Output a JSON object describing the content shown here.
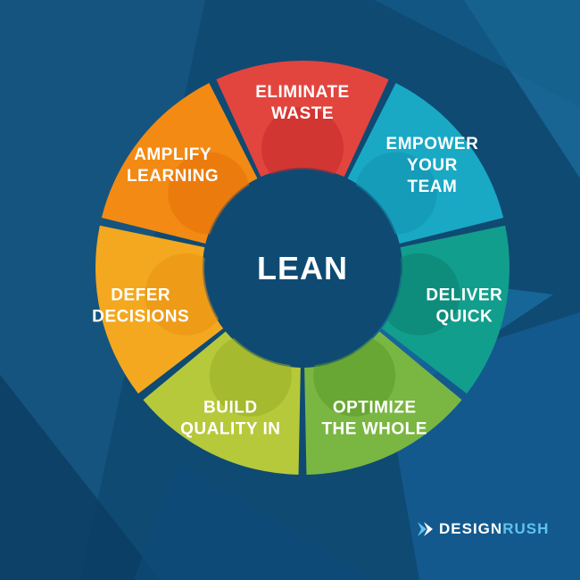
{
  "center": {
    "label": "LEAN"
  },
  "segments": [
    {
      "lines": [
        "ELIMINATE",
        "WASTE"
      ],
      "color": "#e2453e",
      "inner": "#c42a2a"
    },
    {
      "lines": [
        "EMPOWER",
        "YOUR",
        "TEAM"
      ],
      "color": "#19a9c5",
      "inner": "#1291ad"
    },
    {
      "lines": [
        "DELIVER",
        "QUICK"
      ],
      "color": "#129e8c",
      "inner": "#0b7f70"
    },
    {
      "lines": [
        "OPTIMIZE",
        "THE WHOLE"
      ],
      "color": "#7ab642",
      "inner": "#5b9a2a"
    },
    {
      "lines": [
        "BUILD",
        "QUALITY IN"
      ],
      "color": "#b6c93a",
      "inner": "#98ad25"
    },
    {
      "lines": [
        "DEFER",
        "DECISIONS"
      ],
      "color": "#f3a81f",
      "inner": "#ea8f12"
    },
    {
      "lines": [
        "AMPLIFY",
        "LEARNING"
      ],
      "color": "#f28a14",
      "inner": "#e8700a"
    }
  ],
  "brand": {
    "part1": "DESIGN",
    "part2": "RUSH",
    "accent": "#5fc3ee"
  }
}
